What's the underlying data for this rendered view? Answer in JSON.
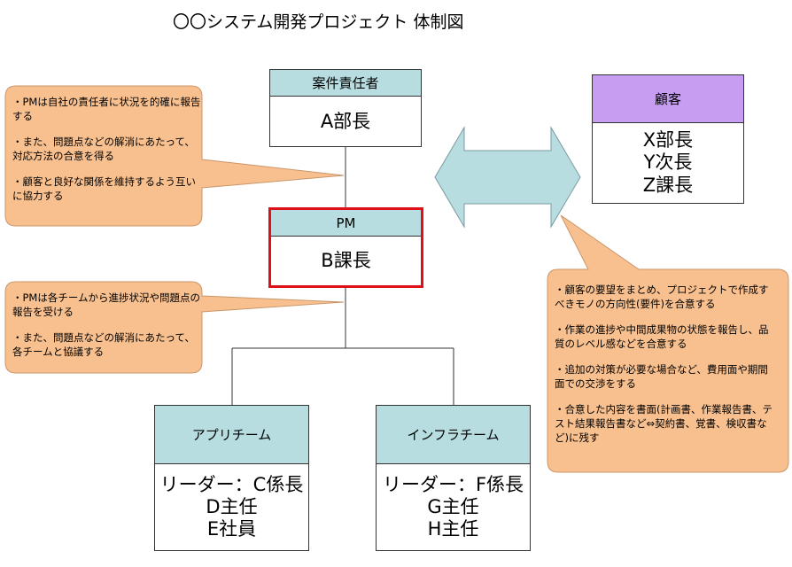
{
  "title": "〇〇システム開発プロジェクト 体制図",
  "responsible": {
    "header": "案件責任者",
    "lines": [
      "A部長"
    ]
  },
  "pm": {
    "header": "PM",
    "lines": [
      "B課長"
    ]
  },
  "client": {
    "header": "顧客",
    "lines": [
      "X部長",
      "Y次長",
      "Z課長"
    ]
  },
  "app_team": {
    "header": "アプリチーム",
    "lines": [
      "リーダー：C係長",
      "D主任",
      "E社員"
    ]
  },
  "infra_team": {
    "header": "インフラチーム",
    "lines": [
      "リーダー：F係長",
      "G主任",
      "H主任"
    ]
  },
  "callout_top_left": [
    "・PMは自社の責任者に状況を的確に報告する",
    "・また、問題点などの解消にあたって、対応方法の合意を得る",
    "・顧客と良好な関係を維持するよう互いに協力する"
  ],
  "callout_bottom_left": [
    "・PMは各チームから進捗状況や問題点の報告を受ける",
    "・また、問題点などの解消にあたって、各チームと協議する"
  ],
  "callout_right": [
    "・顧客の要望をまとめ、プロジェクトで作成すべきモノの方向性(要件)を合意する",
    "・作業の進捗や中間成果物の状態を報告し、品質のレベル感などを合意する",
    "・追加の対策が必要な場合など、費用面や期間面での交渉をする",
    "・合意した内容を書面(計画書、作業報告書、テスト結果報告書など⇔契約書、覚書、検収書など)に残す"
  ],
  "colors": {
    "box_header": "#b7dde0",
    "client_header": "#c79df2",
    "pm_border": "#e0101a",
    "callout_fill": "#f9c08f",
    "arrow_fill": "#b7dde0"
  }
}
